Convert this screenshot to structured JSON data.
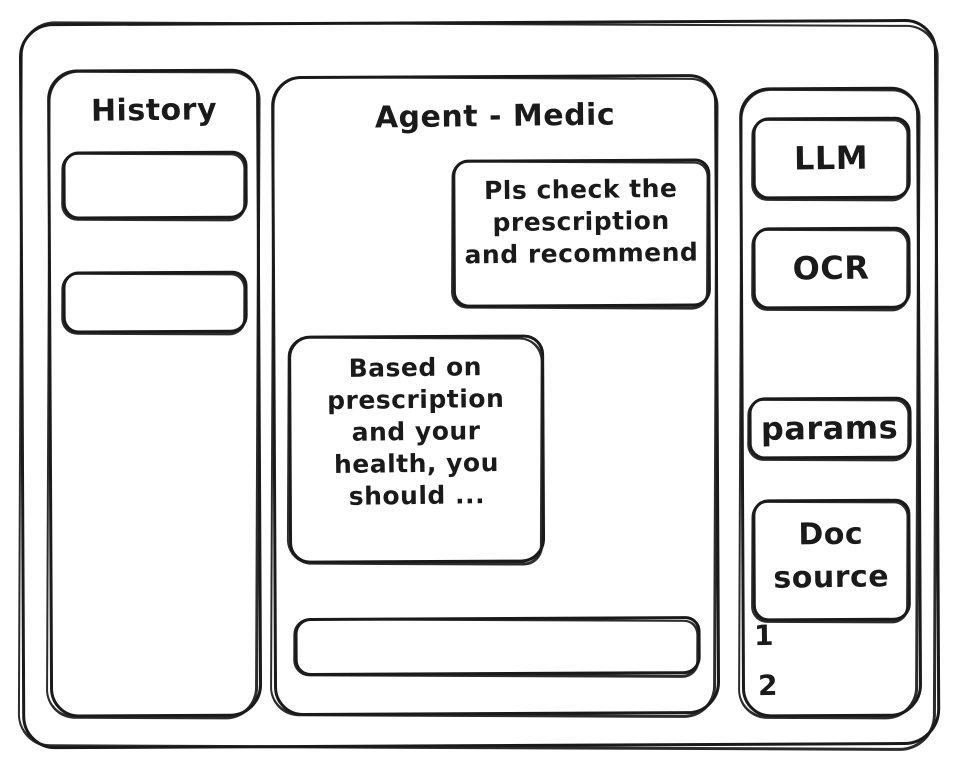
{
  "window": {
    "name": "agent-medic-wireframe"
  },
  "history": {
    "title": "History",
    "items": [
      {
        "label": ""
      },
      {
        "label": ""
      }
    ]
  },
  "agent": {
    "title": "Agent - Medic",
    "messages": [
      {
        "role": "user",
        "text": "Pls check the\nprescription\nand recommend"
      },
      {
        "role": "assistant",
        "text": "Based on\nprescription\nand your\nhealth, you\nshould ..."
      }
    ],
    "composer": {
      "value": "",
      "placeholder": ""
    }
  },
  "tools": {
    "buttons": [
      {
        "label": "LLM"
      },
      {
        "label": "OCR"
      },
      {
        "label": "params"
      }
    ],
    "doc_source": {
      "label": "Doc\nsource",
      "items": [
        {
          "marker": "1"
        },
        {
          "marker": "2"
        }
      ]
    }
  },
  "colors": {
    "ink": "#1a1a1a",
    "paper": "#ffffff"
  }
}
